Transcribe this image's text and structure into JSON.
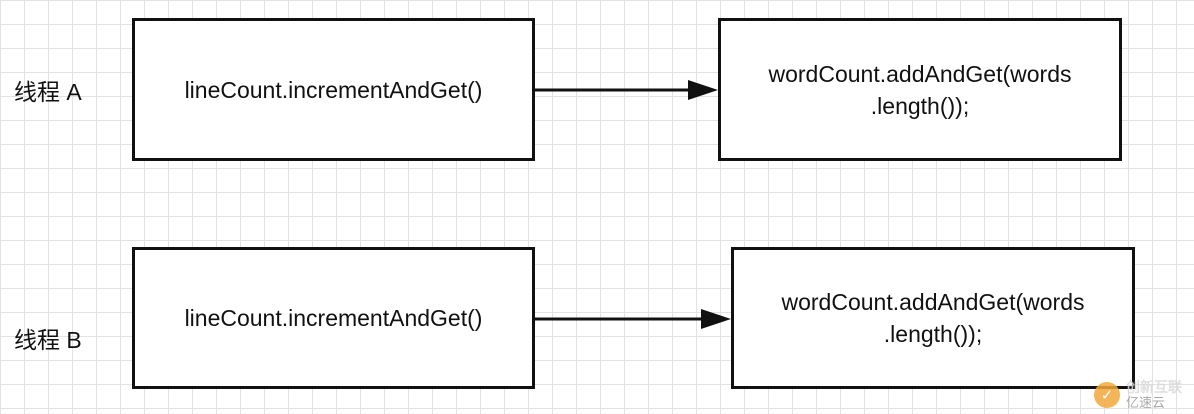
{
  "lanes": [
    {
      "label": "线程 A",
      "from_box": "lineCount.incrementAndGet()",
      "to_box_line1": "wordCount.addAndGet(words",
      "to_box_line2": ".length());"
    },
    {
      "label": "线程 B",
      "from_box": "lineCount.incrementAndGet()",
      "to_box_line1": "wordCount.addAndGet(words",
      "to_box_line2": ".length());"
    }
  ],
  "watermark": {
    "line1": "创新互联",
    "line2": "亿速云"
  },
  "colors": {
    "stroke": "#111111",
    "grid": "#e2e2e2"
  }
}
